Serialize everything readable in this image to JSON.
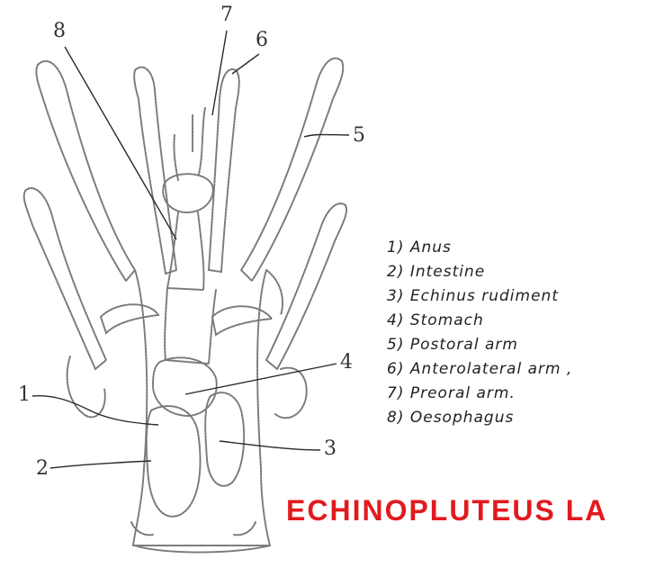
{
  "diagram": {
    "title": "ECHINOPLUTEUS LA",
    "title_color": "#e21a1f",
    "callout_numbers": [
      "1",
      "2",
      "3",
      "4",
      "5",
      "6",
      "7",
      "8"
    ],
    "legend": [
      "1) Anus",
      "2) Intestine",
      "3) Echinus rudiment",
      "4) Stomach",
      "5) Postoral arm",
      "6) Anterolateral arm ,",
      "7) Preoral arm.",
      "8) Oesophagus"
    ]
  }
}
